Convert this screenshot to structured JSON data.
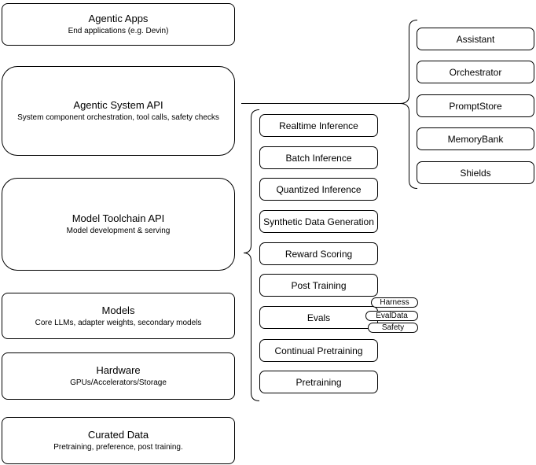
{
  "colors": {
    "stroke": "#000000",
    "fill": "#ffffff",
    "background": "#ffffff"
  },
  "left_stack": [
    {
      "title": "Agentic Apps",
      "subtitle": "End applications (e.g. Devin)"
    },
    {
      "title": "Agentic System API",
      "subtitle": "System component orchestration, tool calls, safety checks"
    },
    {
      "title": "Model Toolchain API",
      "subtitle": "Model development & serving"
    },
    {
      "title": "Models",
      "subtitle": "Core LLMs, adapter weights, secondary models"
    },
    {
      "title": "Hardware",
      "subtitle": "GPUs/Accelerators/Storage"
    },
    {
      "title": "Curated Data",
      "subtitle": "Pretraining, preference, post training."
    }
  ],
  "toolchain_items": [
    "Realtime Inference",
    "Batch Inference",
    "Quantized Inference",
    "Synthetic Data Generation",
    "Reward Scoring",
    "Post Training",
    "Evals",
    "Continual Pretraining",
    "Pretraining"
  ],
  "system_components": [
    "Assistant",
    "Orchestrator",
    "PromptStore",
    "MemoryBank",
    "Shields"
  ],
  "eval_tags": [
    "Harness",
    "EvalData",
    "Safety"
  ]
}
